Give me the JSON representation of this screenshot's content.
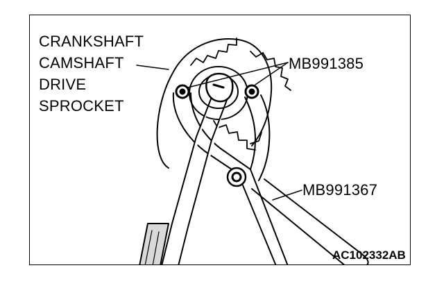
{
  "callouts": {
    "sprocket": {
      "line1": "CRANKSHAFT",
      "line2": "CAMSHAFT",
      "line3": "DRIVE",
      "line4": "SPROCKET"
    },
    "pin_tool": "MB991385",
    "holder_tool": "MB991367"
  },
  "figure_id": "AC102332AB",
  "colors": {
    "ink": "#000000",
    "paper": "#ffffff",
    "metal_shade": "#d9d9d9"
  }
}
